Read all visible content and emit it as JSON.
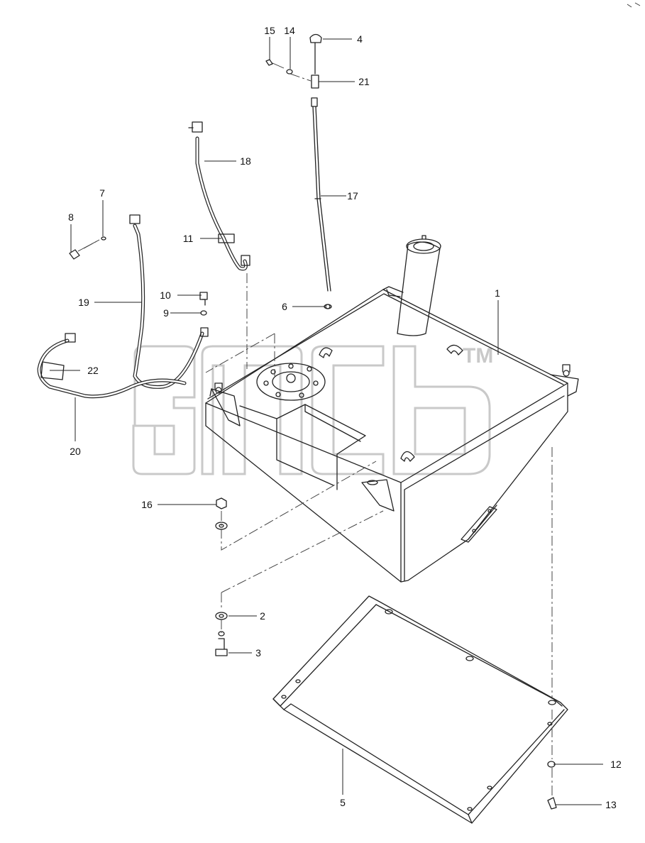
{
  "diagram": {
    "callouts": [
      "1",
      "2",
      "3",
      "4",
      "5",
      "6",
      "7",
      "8",
      "9",
      "10",
      "11",
      "12",
      "13",
      "14",
      "15",
      "16",
      "17",
      "18",
      "19",
      "20",
      "21",
      "22"
    ],
    "watermark": "TM"
  }
}
